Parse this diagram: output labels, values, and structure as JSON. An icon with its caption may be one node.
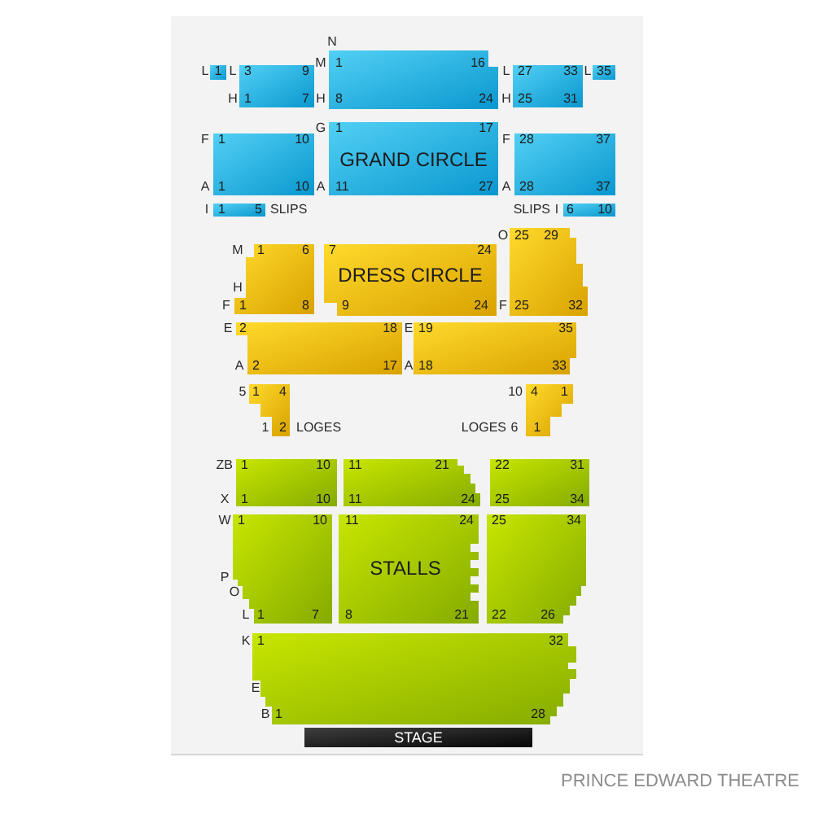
{
  "diagram": {
    "title": "PRINCE EDWARD THEATRE",
    "nodes": [
      {
        "text": [
          "1"
        ],
        "beside": [
          "L"
        ]
      },
      {
        "text": [
          "3",
          "9",
          "1",
          "7"
        ],
        "beside": [
          "L",
          "H"
        ]
      },
      {
        "text": [
          "1",
          "16",
          "8",
          "24"
        ],
        "beside": [
          "N",
          "M",
          "H"
        ]
      },
      {
        "text": [
          "27",
          "33",
          "25",
          "31"
        ],
        "beside": [
          "L",
          "H"
        ]
      },
      {
        "text": [
          "35"
        ],
        "beside": [
          "L"
        ]
      },
      {
        "text": [
          "1",
          "10",
          "1",
          "10"
        ],
        "beside": [
          "F",
          "A"
        ]
      },
      {
        "text": [
          "1",
          "17",
          "GRAND CIRCLE",
          "11",
          "27"
        ],
        "beside": [
          "G",
          "A"
        ]
      },
      {
        "text": [
          "28",
          "37",
          "28",
          "37"
        ],
        "beside": [
          "F",
          "A"
        ]
      },
      {
        "text": [
          "1",
          "5"
        ],
        "beside": [
          "I",
          "SLIPS"
        ]
      },
      {
        "text": [
          "6",
          "10"
        ],
        "beside": [
          "SLIPS",
          "I"
        ]
      },
      {
        "text": [
          "1",
          "6",
          "1",
          "8"
        ],
        "beside": [
          "M",
          "H",
          "F"
        ]
      },
      {
        "text": [
          "7",
          "24",
          "DRESS CIRCLE",
          "9",
          "24"
        ]
      },
      {
        "text": [
          "25",
          "29",
          "25",
          "32"
        ],
        "beside": [
          "O",
          "F"
        ]
      },
      {
        "text": [
          "2",
          "18",
          "2",
          "17"
        ],
        "beside": [
          "E",
          "A"
        ]
      },
      {
        "text": [
          "19",
          "35",
          "18",
          "33"
        ],
        "beside": [
          "E",
          "A"
        ]
      },
      {
        "text": [
          "1",
          "4",
          "2"
        ],
        "beside": [
          "5",
          "1",
          "LOGES"
        ]
      },
      {
        "text": [
          "4",
          "1",
          "1"
        ],
        "beside": [
          "10",
          "LOGES",
          "6"
        ]
      },
      {
        "text": [
          "1",
          "10",
          "1",
          "10"
        ],
        "beside": [
          "ZB",
          "X"
        ]
      },
      {
        "text": [
          "11",
          "21",
          "11",
          "24"
        ]
      },
      {
        "text": [
          "22",
          "31",
          "25",
          "34"
        ]
      },
      {
        "text": [
          "1",
          "10",
          "1",
          "7"
        ],
        "beside": [
          "W",
          "P",
          "O",
          "L"
        ]
      },
      {
        "text": [
          "11",
          "24",
          "STALLS",
          "8",
          "21"
        ]
      },
      {
        "text": [
          "25",
          "34",
          "22",
          "26"
        ]
      },
      {
        "text": [
          "1",
          "32",
          "1",
          "28"
        ],
        "beside": [
          "K",
          "E",
          "B"
        ]
      },
      {
        "text": [
          "STAGE"
        ]
      }
    ]
  }
}
